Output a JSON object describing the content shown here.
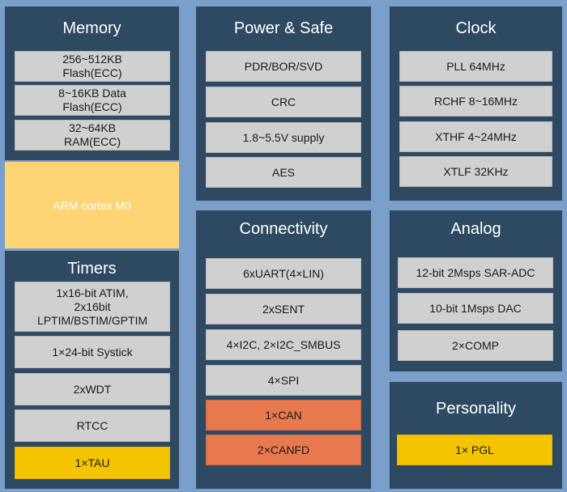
{
  "memory": {
    "title": "Memory",
    "items": [
      "256~512KB\nFlash(ECC)",
      "8~16KB Data\nFlash(ECC)",
      "32~64KB\nRAM(ECC)"
    ]
  },
  "arm": {
    "label": "ARM cortex M0"
  },
  "timers": {
    "title": "Timers",
    "items": [
      "1x16-bit ATIM,\n2x16bit\nLPTIM/BSTIM/GPTIM",
      "1×24-bit Systick",
      "2xWDT",
      "RTCC",
      "1×TAU"
    ]
  },
  "power": {
    "title": "Power & Safe",
    "items": [
      "PDR/BOR/SVD",
      "CRC",
      "1.8~5.5V supply",
      "AES"
    ]
  },
  "connectivity": {
    "title": "Connectivity",
    "items": [
      "6xUART(4×LIN)",
      "2xSENT",
      "4×I2C, 2×I2C_SMBUS",
      "4×SPI",
      "1×CAN",
      "2×CANFD"
    ]
  },
  "clock": {
    "title": "Clock",
    "items": [
      "PLL 64MHz",
      "RCHF 8~16MHz",
      "XTHF 4~24MHz",
      "XTLF 32KHz"
    ]
  },
  "analog": {
    "title": "Analog",
    "items": [
      "12-bit 2Msps SAR-ADC",
      "10-bit 1Msps DAC",
      "2×COMP"
    ]
  },
  "personality": {
    "title": "Personality",
    "items": [
      "1× PGL"
    ]
  },
  "colors": {
    "background": "#7a9fcb",
    "panel": "#2e4a63",
    "box": "#d0d0d0",
    "highlight_orange": "#e8784d",
    "highlight_gold": "#f5c400",
    "arm_core": "#fdd574"
  }
}
